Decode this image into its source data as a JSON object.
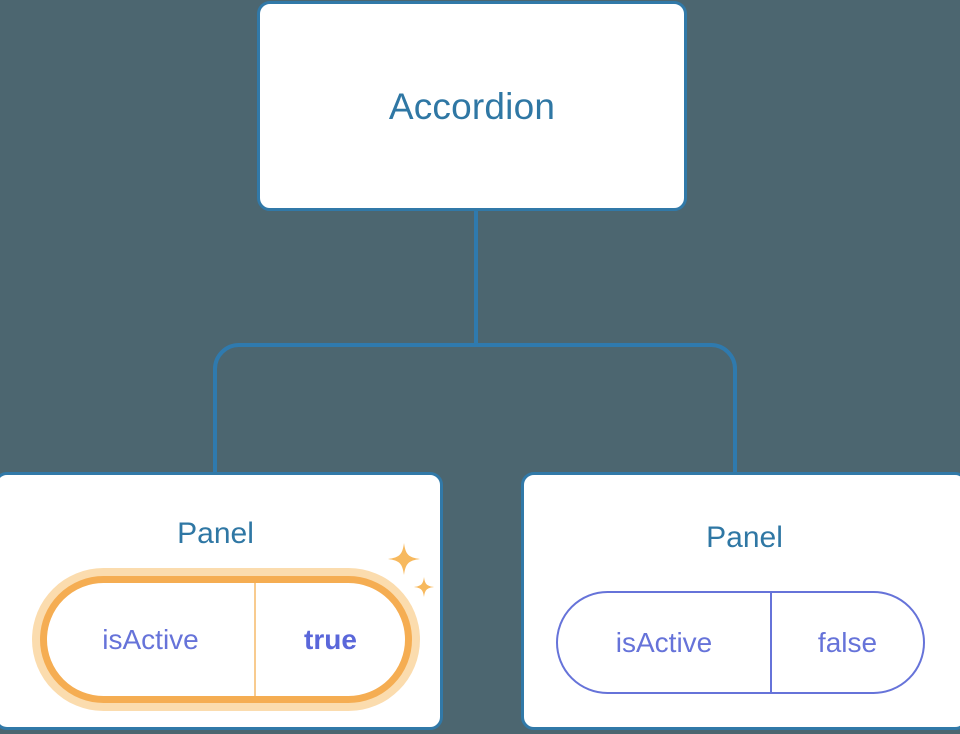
{
  "diagram": {
    "type": "component-tree",
    "background_color": "#4c6670",
    "node_border_color": "#3179a8",
    "node_title_color": "#2f77a4",
    "connector_color": "#2f7aae",
    "prop_text_color": "#6673d9",
    "highlight_stroke_color": "#f5ad52",
    "highlight_glow_color": "#fbdcae",
    "sparkle_color": "#f7b95e"
  },
  "root": {
    "title": "Accordion"
  },
  "panels": [
    {
      "title": "Panel",
      "highlighted": true,
      "prop": {
        "key": "isActive",
        "value": "true",
        "value_bold": true
      },
      "sparkles": [
        "sparkle-large-icon",
        "sparkle-small-icon"
      ]
    },
    {
      "title": "Panel",
      "highlighted": false,
      "prop": {
        "key": "isActive",
        "value": "false",
        "value_bold": false
      },
      "sparkles": []
    }
  ]
}
